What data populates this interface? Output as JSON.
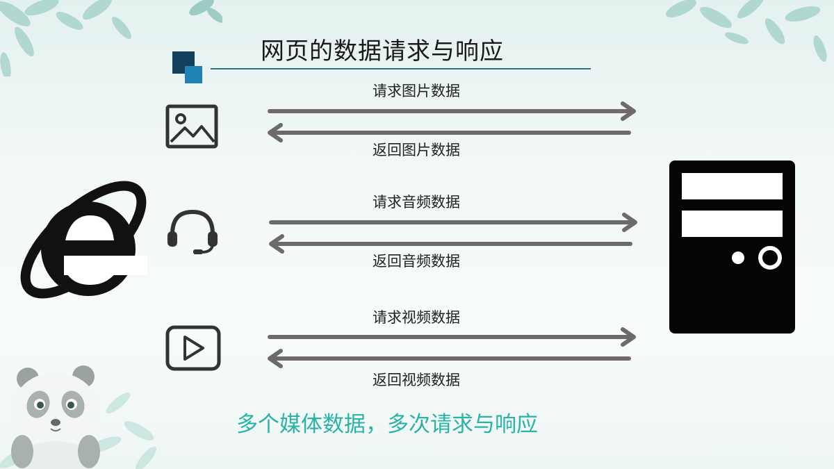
{
  "slide": {
    "title": "网页的数据请求与响应",
    "summary": "多个媒体数据，多次请求与响应"
  },
  "exchanges": [
    {
      "media": "image",
      "icon": "image-icon",
      "request_label": "请求图片数据",
      "response_label": "返回图片数据"
    },
    {
      "media": "audio",
      "icon": "headset-icon",
      "request_label": "请求音频数据",
      "response_label": "返回音频数据"
    },
    {
      "media": "video",
      "icon": "video-play-icon",
      "request_label": "请求视频数据",
      "response_label": "返回视频数据"
    }
  ],
  "client": {
    "icon": "internet-explorer-icon"
  },
  "server": {
    "icon": "server-tower-icon"
  },
  "colors": {
    "arrow": "#6f6a6a",
    "title_mark_dark": "#13405a",
    "title_mark_light": "#1f82b2",
    "summary_text": "#2ab3a6",
    "leaf": "#8fc7bd"
  }
}
